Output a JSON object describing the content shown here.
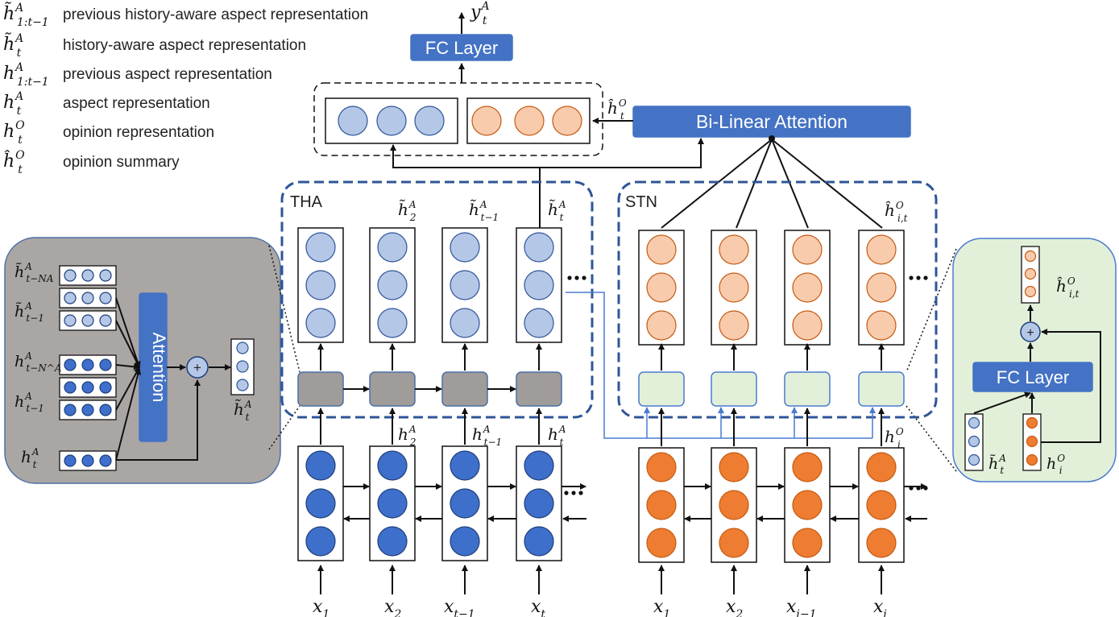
{
  "legend": [
    {
      "symbol": "h̃^A_{1:t−1}",
      "text": "previous history-aware aspect representation"
    },
    {
      "symbol": "h̃^A_t",
      "text": "history-aware aspect representation"
    },
    {
      "symbol": "h^A_{1:t−1}",
      "text": "previous aspect representation"
    },
    {
      "symbol": "h^A_t",
      "text": "aspect representation"
    },
    {
      "symbol": "h^O_t",
      "text": "opinion representation"
    },
    {
      "symbol": "ĥ^O_t",
      "text": "opinion summary"
    }
  ],
  "modules": {
    "fc_top": "FC Layer",
    "bilinear": "Bi-Linear Attention",
    "tha": "THA",
    "stn": "STN",
    "attention": "Attention",
    "fc_right": "FC Layer",
    "plus": "+"
  },
  "labels": {
    "output": "y^A_t",
    "summary": "ĥ^O_t",
    "tha_top": [
      "h̃^A_2",
      "h̃^A_{t−1}",
      "h̃^A_t"
    ],
    "stn_top": "ĥ^O_{i,t}",
    "tha_mid": [
      "h^A_2",
      "h^A_{t−1}",
      "h^A_t"
    ],
    "stn_mid": "h^O_i",
    "inputs_left": [
      "x_1",
      "x_2",
      "x_{t−1}",
      "x_t"
    ],
    "inputs_right": [
      "x_1",
      "x_2",
      "x_{i−1}",
      "x_i"
    ],
    "left_panel": [
      "h̃^A_{t−NA}",
      "h̃^A_{t−1}",
      "h^A_{t−N^A}",
      "h^A_{t−1}",
      "h^A_t",
      "h̃^A_t"
    ],
    "right_panel": [
      "ĥ^O_{i,t}",
      "h̃^A_t",
      "h^O_i"
    ],
    "ellipsis": "•••"
  },
  "colors": {
    "blue_dark": "#3e6fcb",
    "blue_light": "#b4c7e7",
    "orange_dark": "#ee7d31",
    "orange_light": "#f8cbad",
    "module_blue": "#4472c4",
    "gray_panel": "#aaa6a3",
    "gray_cell": "#a09c9a",
    "green_panel": "#e2f0d9",
    "green_cell": "#e2f0d9",
    "dash_border": "#2f5597"
  }
}
